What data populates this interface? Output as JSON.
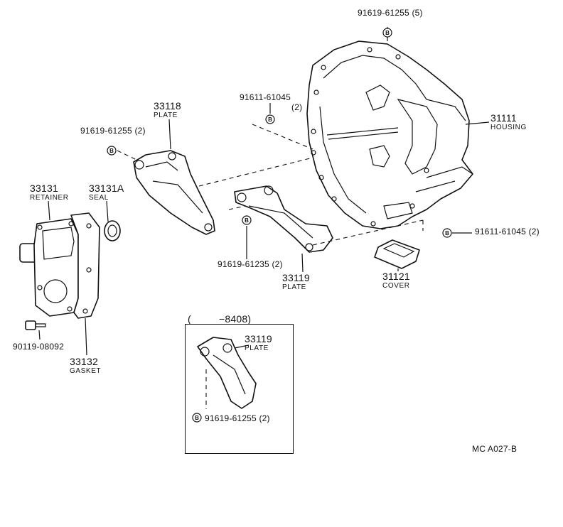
{
  "labels": {
    "housing_bolt_pn": "91619-61255 (5)",
    "housing_bolt_b_pn": "91611-61045",
    "housing_bolt_b_qty": "(2)",
    "plate_33118_num": "33118",
    "plate_33118_name": "PLATE",
    "plate_33118_bolt_pn": "91619-61255 (2)",
    "housing_num": "31111",
    "housing_name": "HOUSING",
    "retainer_num": "33131",
    "retainer_name": "RETAINER",
    "seal_num": "33131A",
    "seal_name": "SEAL",
    "plate_33119_bolt_pn": "91619-61235 (2)",
    "plate_33119_num": "33119",
    "plate_33119_name": "PLATE",
    "cover_bolt_pn": "91611-61045 (2)",
    "cover_num": "31121",
    "cover_name": "COVER",
    "gasket_bolt_pn": "90119-08092",
    "gasket_num": "33132",
    "gasket_name": "GASKET",
    "inset_range_open": "(",
    "inset_range_end": "−8408)",
    "inset_plate_num": "33119",
    "inset_plate_name": "PLATE",
    "inset_bolt_pn": "91619-61255 (2)",
    "figure_code": "MC  A027-B"
  },
  "bolt_marker": "B"
}
